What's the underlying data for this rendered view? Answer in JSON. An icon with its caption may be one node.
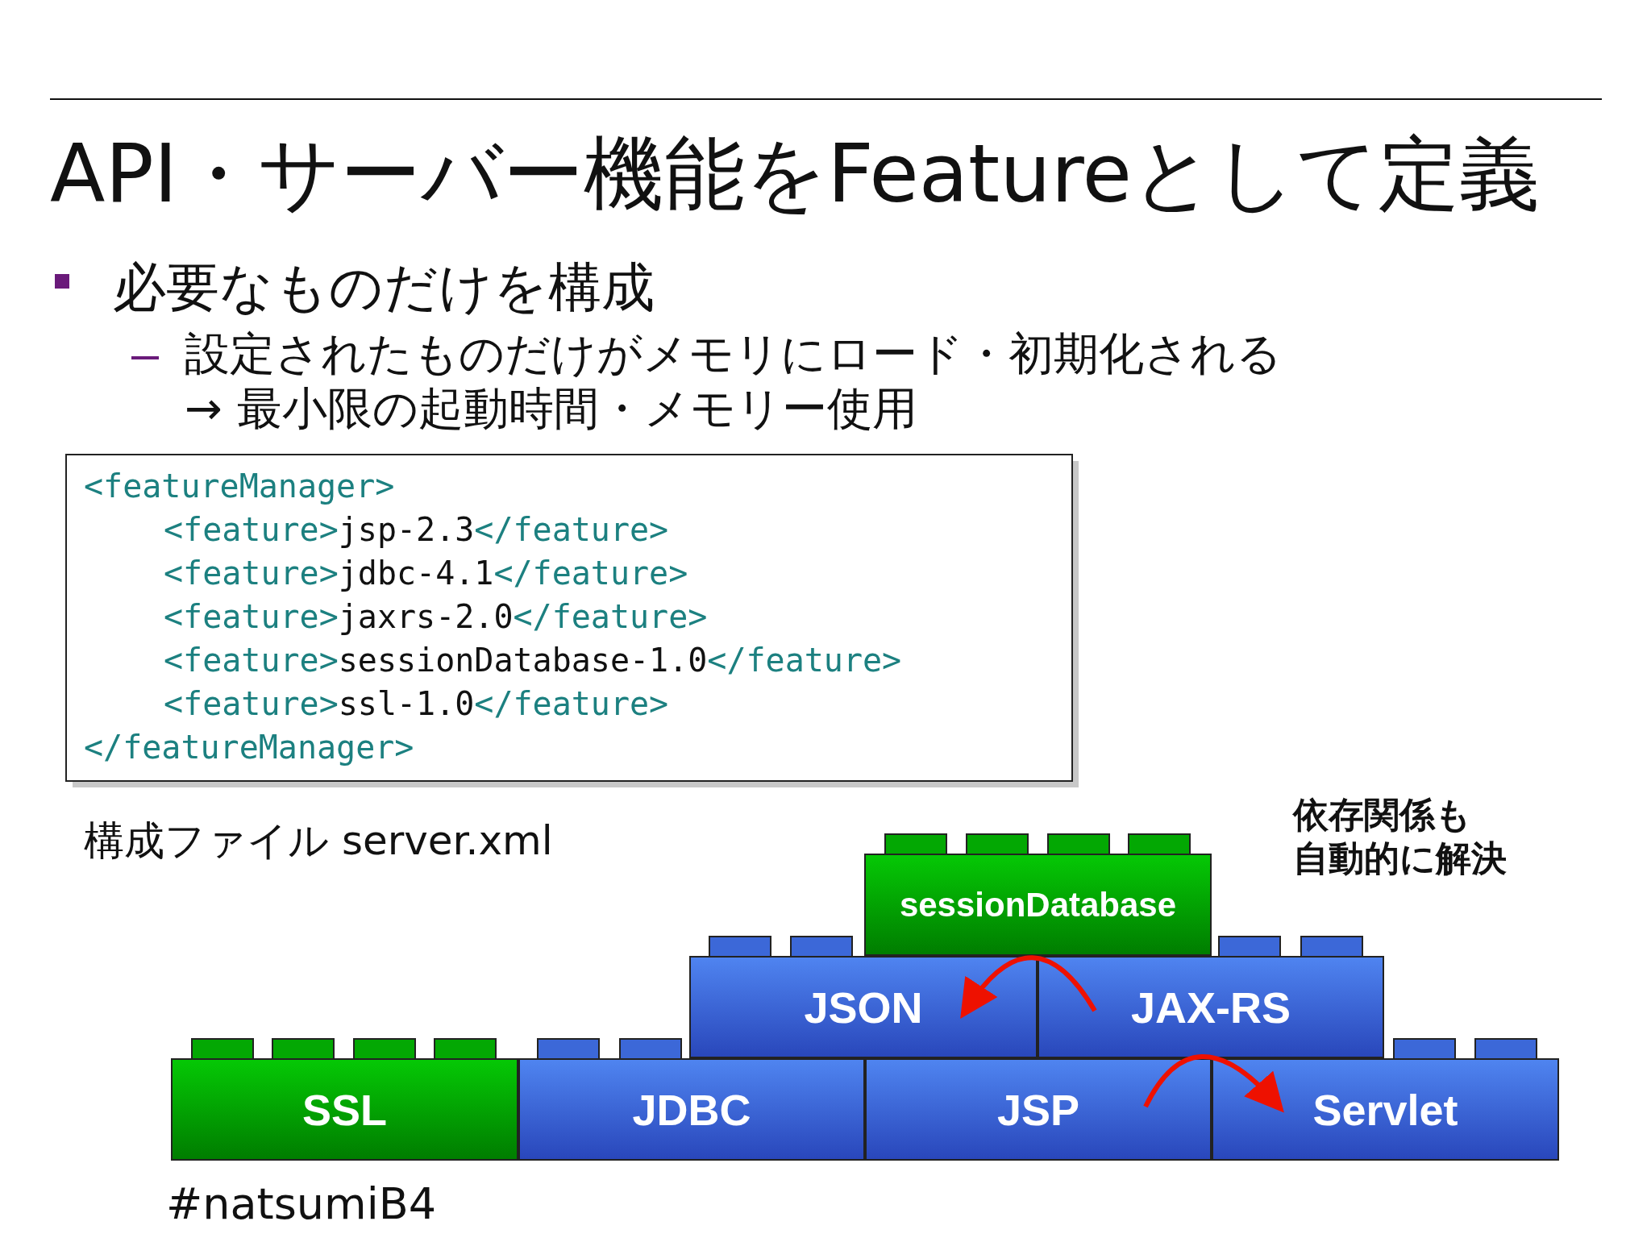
{
  "diagram": {
    "title": "API・サーバー機能をFeatureとして定義",
    "nodes": [
      {
        "text": [
          "sessionDatabase"
        ]
      },
      {
        "text": [
          "JSON"
        ]
      },
      {
        "text": [
          "JAX-RS"
        ]
      },
      {
        "text": [
          "SSL"
        ]
      },
      {
        "text": [
          "JDBC"
        ]
      },
      {
        "text": [
          "JSP"
        ]
      },
      {
        "text": [
          "Servlet"
        ]
      }
    ],
    "edges": [
      {
        "from": 2,
        "to": 1,
        "arrow": "to"
      },
      {
        "from": 5,
        "to": 6,
        "arrow": "to"
      }
    ],
    "labels": [
      "必要なものだけを構成",
      "設定されたものだけがメモリにロード・初期化される",
      "→ 最小限の起動時間・メモリー使用",
      "<featureManager>",
      "<feature>jsp-2.3</feature>",
      "<feature>jdbc-4.1</feature>",
      "<feature>jaxrs-2.0</feature>",
      "<feature>sessionDatabase-1.0</feature>",
      "<feature>ssl-1.0</feature>",
      "</featureManager>",
      "構成ファイル server.xml",
      "**依存関係**も",
      "自動的に解決",
      "#natsumiB4"
    ]
  }
}
